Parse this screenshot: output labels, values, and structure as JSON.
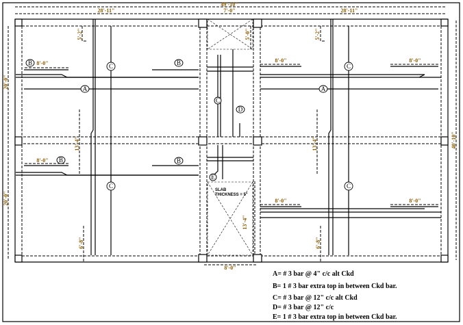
{
  "dimensions": {
    "overall_width": "49'-10\"",
    "left_bay": "28'-11\"",
    "middle_bay": "7'-0\"",
    "right_bay": "28'-11\"",
    "left_height_top": "20'-0\"",
    "left_height_bottom": "20'-0\"",
    "right_height": "40'-10\"",
    "extra_bar_length": "8'-0\"",
    "top_left_cut": "5'-2\"",
    "top_right_cut": "5'-2\"",
    "stair_top": "5'-0\"",
    "mid_left": "13'-4\"",
    "mid_right": "13'-4\"",
    "stair_height": "13'-4\"",
    "bottom_left": "6'-8\"",
    "bottom_right": "6'-8\"",
    "stair_width": "8'-0\""
  },
  "bar_tags": {
    "a": "A",
    "b": "B",
    "c": "C",
    "d": "D",
    "e": "E"
  },
  "slab_note": {
    "line1": "SLAB",
    "line2": "THICKNESS = 5\""
  },
  "legend": [
    "A= # 3 bar @  4\" c/c alt Ckd",
    "B= 1 # 3 bar extra top in between Ckd bar.",
    "C= # 3 bar @  12\" c/c alt Ckd",
    "D= # 3 bar @  12\" c/c",
    "E= 1 # 3 bar extra top in between Ckd bar."
  ]
}
